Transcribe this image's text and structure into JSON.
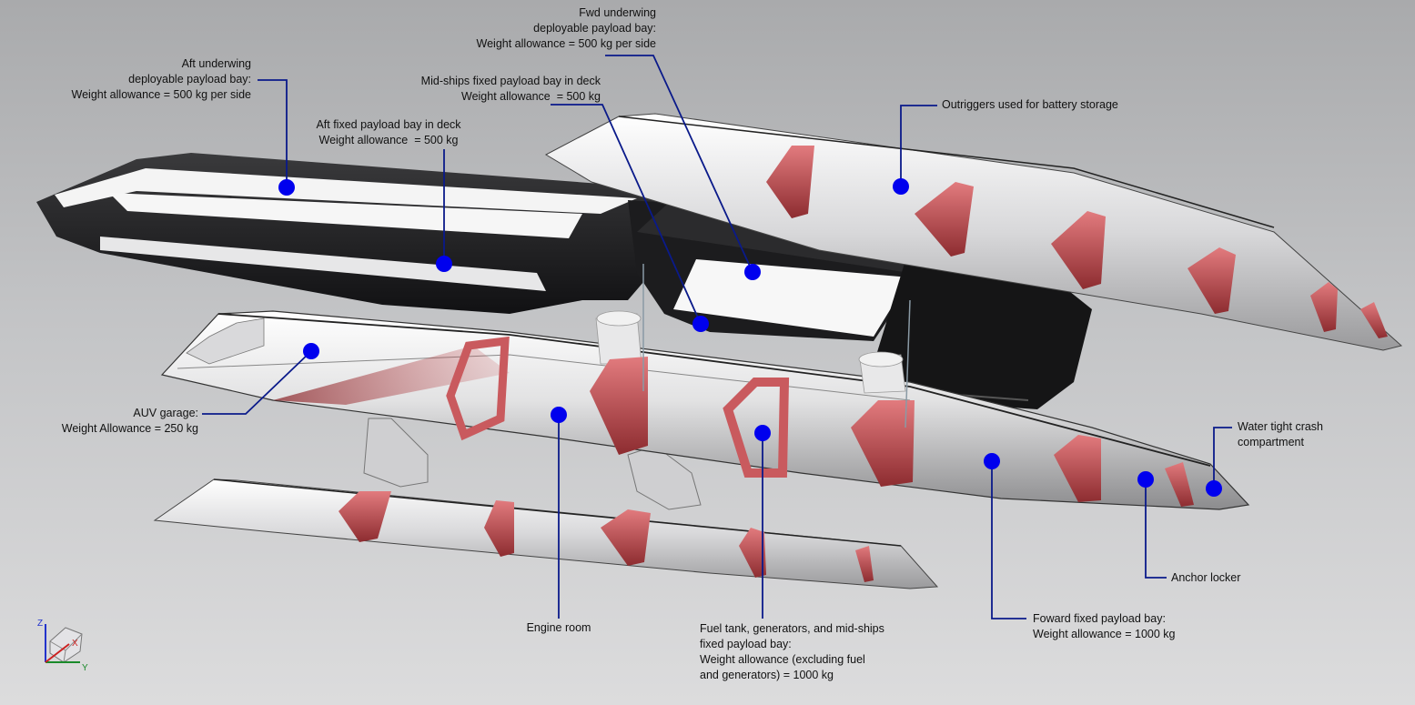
{
  "callouts": {
    "aft_underwing": "Aft underwing\ndeployable payload bay:\nWeight allowance = 500 kg per side",
    "aft_fixed": "Aft fixed payload bay in deck\nWeight allowance  = 500 kg",
    "midships_deck": "Mid-ships fixed payload bay in deck\nWeight allowance  = 500 kg",
    "fwd_underwing": "Fwd underwing\ndeployable payload bay:\nWeight allowance = 500 kg per side",
    "outriggers": "Outriggers used for battery storage",
    "auv_garage": "AUV garage:\nWeight Allowance = 250 kg",
    "engine_room": "Engine room",
    "fuel_tank": "Fuel tank, generators, and mid-ships\nfixed payload bay:\nWeight allowance (excluding fuel\nand generators) = 1000 kg",
    "forward_fixed": "Foward fixed payload bay:\nWeight allowance = 1000 kg",
    "anchor_locker": "Anchor locker",
    "crash_compartment": "Water tight crash\ncompartment"
  },
  "axes": {
    "z": "Z",
    "x": "X",
    "y": "Y"
  },
  "colors": {
    "marker": "#0000ee",
    "leader": "#0a1a8a",
    "bulkhead": "#c95a5e",
    "hull_dark": "#1f1f21",
    "hull_light": "#f2f2f2"
  }
}
